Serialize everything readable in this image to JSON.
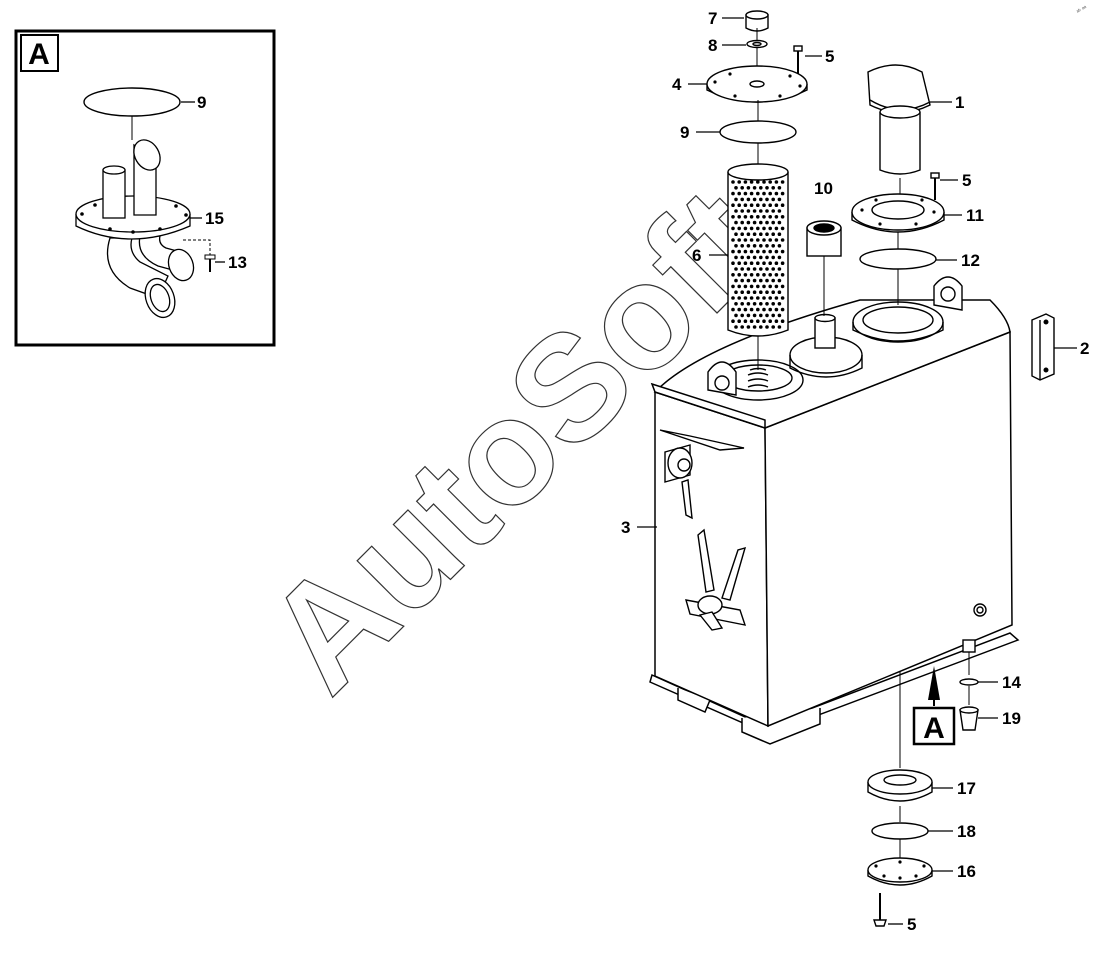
{
  "callouts": [
    {
      "id": "1",
      "text": "1"
    },
    {
      "id": "2",
      "text": "2"
    },
    {
      "id": "3",
      "text": "3"
    },
    {
      "id": "4",
      "text": "4"
    },
    {
      "id": "5a",
      "text": "5"
    },
    {
      "id": "5b",
      "text": "5"
    },
    {
      "id": "5c",
      "text": "5"
    },
    {
      "id": "6",
      "text": "6"
    },
    {
      "id": "7",
      "text": "7"
    },
    {
      "id": "8",
      "text": "8"
    },
    {
      "id": "9a",
      "text": "9"
    },
    {
      "id": "9b",
      "text": "9"
    },
    {
      "id": "10",
      "text": "10"
    },
    {
      "id": "11",
      "text": "11"
    },
    {
      "id": "12",
      "text": "12"
    },
    {
      "id": "13",
      "text": "13"
    },
    {
      "id": "14",
      "text": "14"
    },
    {
      "id": "15",
      "text": "15"
    },
    {
      "id": "16",
      "text": "16"
    },
    {
      "id": "17",
      "text": "17"
    },
    {
      "id": "18",
      "text": "18"
    },
    {
      "id": "19",
      "text": "19"
    }
  ],
  "detail_box_label": "A",
  "view_arrow_label": "A",
  "watermark": "AutoSoft",
  "corner_code": "ᵃᵇ ᵃᵃ",
  "colors": {
    "line": "#000000",
    "background": "#ffffff",
    "watermark": "#333333"
  }
}
